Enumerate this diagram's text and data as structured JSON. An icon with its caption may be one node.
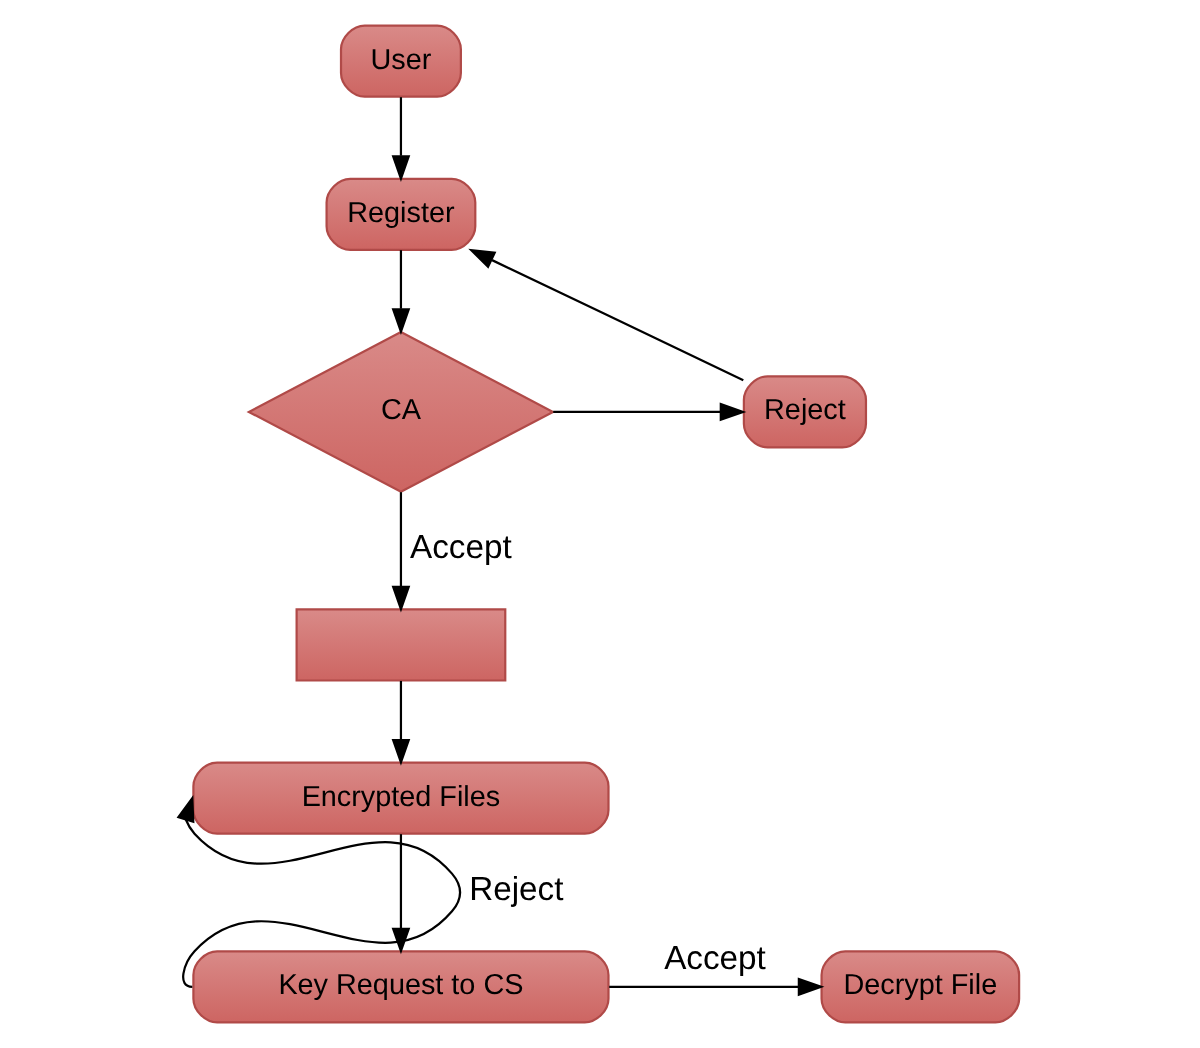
{
  "diagram": {
    "nodes": [
      {
        "text": [
          "User"
        ]
      },
      {
        "text": [
          "Register"
        ]
      },
      {
        "text": [
          "CA"
        ]
      },
      {
        "text": [
          "Reject"
        ]
      },
      {
        "text": [],
        "shape": "box"
      },
      {
        "text": [
          "Encrypted Files"
        ]
      },
      {
        "text": [
          "Key Request to CS"
        ]
      },
      {
        "text": [
          "Decrypt File"
        ]
      }
    ],
    "edges": [
      {
        "from": 0,
        "to": 1,
        "arrow": "to"
      },
      {
        "from": 1,
        "to": 2,
        "arrow": "to"
      },
      {
        "from": 2,
        "to": 3,
        "arrow": "to"
      },
      {
        "from": 3,
        "to": 1,
        "arrow": "to"
      },
      {
        "from": 2,
        "to": 4,
        "arrow": "to",
        "label": "Accept"
      },
      {
        "from": 4,
        "to": 5,
        "arrow": "to"
      },
      {
        "from": 5,
        "to": 6,
        "arrow": "to"
      },
      {
        "from": 6,
        "to": 5,
        "arrow": "to",
        "label": "Reject"
      },
      {
        "from": 6,
        "to": 7,
        "arrow": "to",
        "label": "Accept"
      }
    ]
  }
}
